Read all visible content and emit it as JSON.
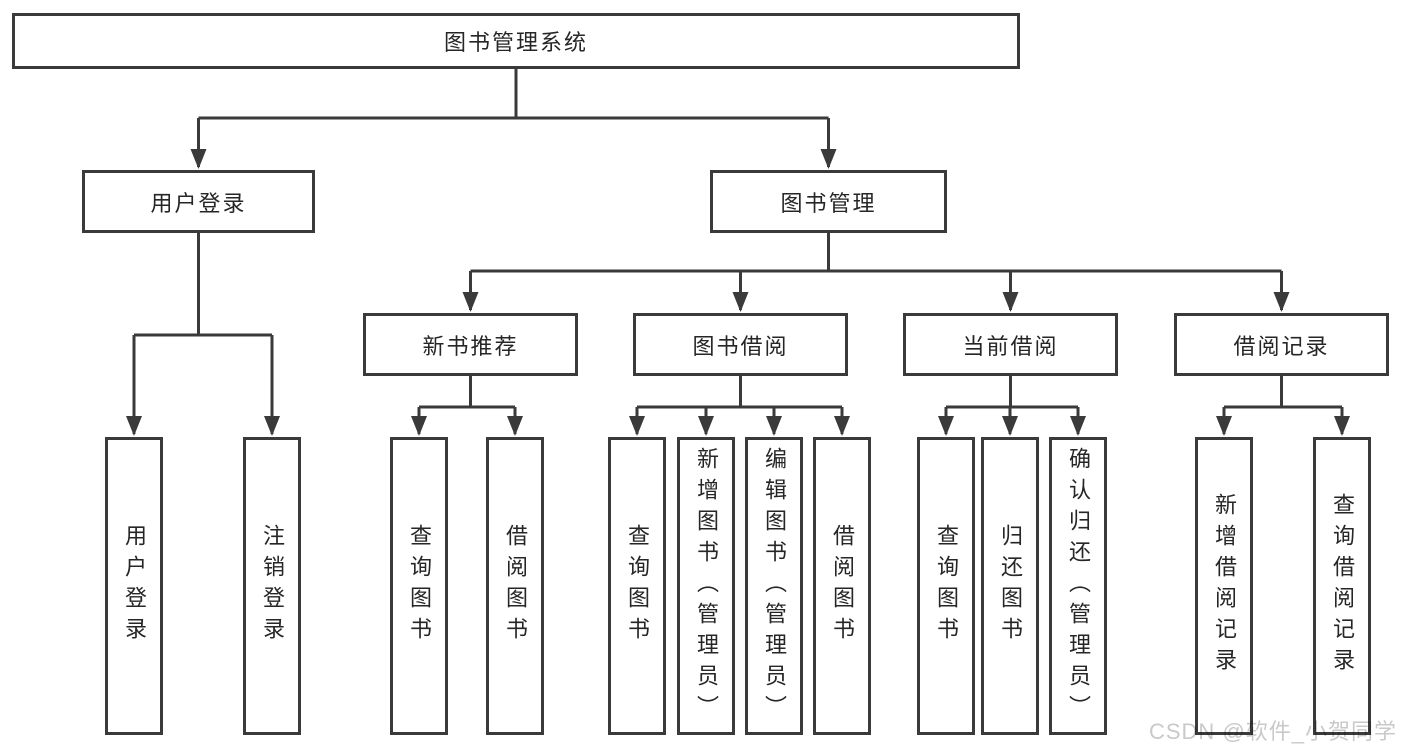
{
  "diagram": {
    "title": "图书管理系统",
    "root": {
      "label": "图书管理系统"
    },
    "level2": [
      {
        "label": "用户登录"
      },
      {
        "label": "图书管理"
      }
    ],
    "level3": [
      {
        "label": "新书推荐"
      },
      {
        "label": "图书借阅"
      },
      {
        "label": "当前借阅"
      },
      {
        "label": "借阅记录"
      }
    ],
    "leaves": {
      "user_login": [
        {
          "label": "用户登录"
        },
        {
          "label": "注销登录"
        }
      ],
      "new_book": [
        {
          "label": "查询图书"
        },
        {
          "label": "借阅图书"
        }
      ],
      "book_borrow": [
        {
          "label": "查询图书"
        },
        {
          "label": "新增图书（管理员）"
        },
        {
          "label": "编辑图书（管理员）"
        },
        {
          "label": "借阅图书"
        }
      ],
      "current_borrow": [
        {
          "label": "查询图书"
        },
        {
          "label": "归还图书"
        },
        {
          "label": "确认归还（管理员）"
        }
      ],
      "borrow_record": [
        {
          "label": "新增借阅记录"
        },
        {
          "label": "查询借阅记录"
        }
      ]
    }
  },
  "watermark": {
    "text": "CSDN @软件_小贺同学"
  },
  "colors": {
    "line": "#3a3a3a",
    "box_border": "#3a3a3a",
    "text": "#262626",
    "watermark": "#c9c9c9",
    "background": "#ffffff"
  }
}
